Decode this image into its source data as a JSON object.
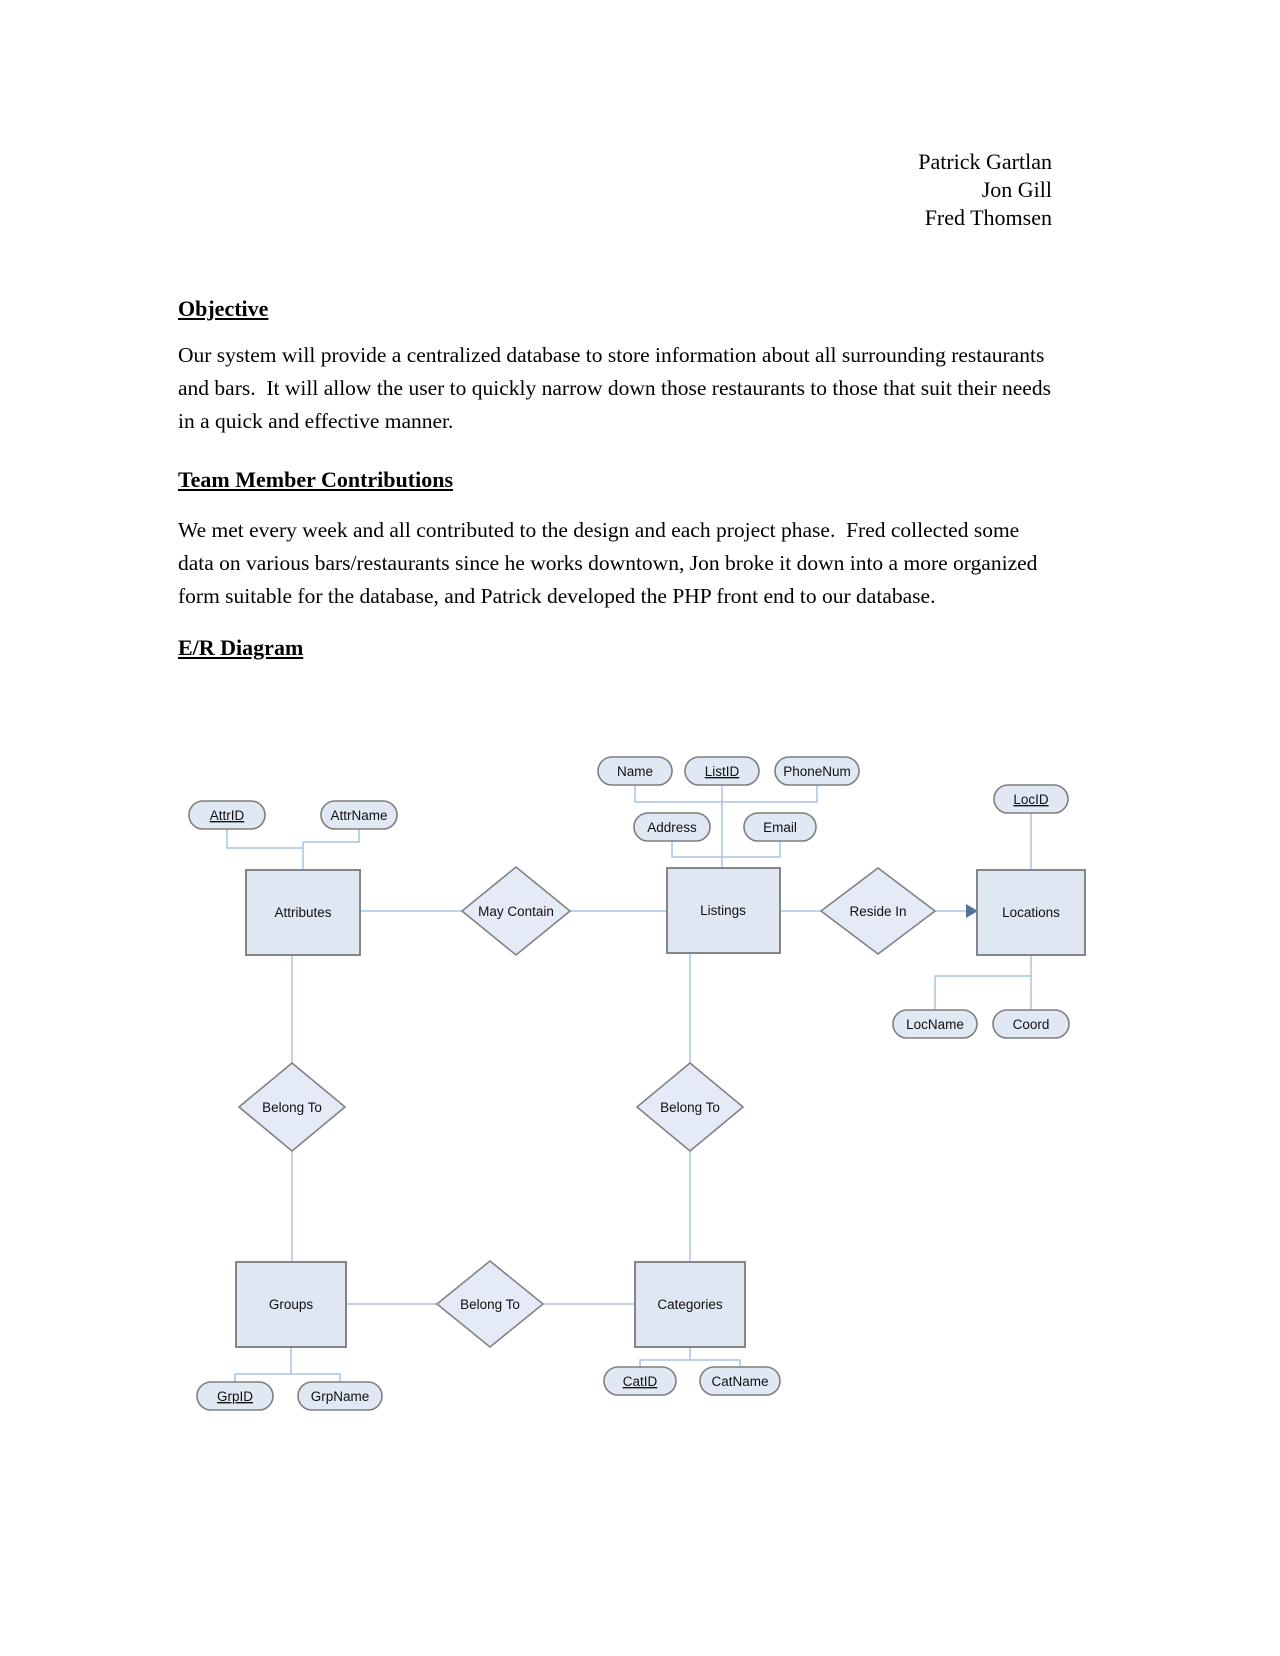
{
  "page": {
    "authors": [
      "Patrick Gartlan",
      "Jon Gill",
      "Fred Thomsen"
    ],
    "objective": {
      "heading": "Objective",
      "body": "Our system will provide a centralized database to store information about all surrounding restaurants and bars.  It will allow the user to quickly narrow down those restaurants to those that suit their needs in a quick and effective manner."
    },
    "contributions": {
      "heading": "Team Member Contributions",
      "body": "We met every week and all contributed to the design and each project phase.  Fred collected some data on various bars/restaurants since he works downtown, Jon broke it down into a more organized form suitable for the database, and Patrick developed the PHP front end to our database."
    },
    "diagram_heading": "E/R Diagram"
  },
  "diagram": {
    "entities": {
      "attributes": "Attributes",
      "listings": "Listings",
      "locations": "Locations",
      "groups": "Groups",
      "categories": "Categories"
    },
    "relationships": {
      "may_contain": "May Contain",
      "reside_in": "Reside In",
      "belong_to_left": "Belong To",
      "belong_to_mid": "Belong To",
      "belong_to_bottom": "Belong To"
    },
    "attrs": {
      "attrid": "AttrID",
      "attrname": "AttrName",
      "name": "Name",
      "listid": "ListID",
      "phonenum": "PhoneNum",
      "address": "Address",
      "email": "Email",
      "locid": "LocID",
      "locname": "LocName",
      "coord": "Coord",
      "grpid": "GrpID",
      "grpname": "GrpName",
      "catid": "CatID",
      "catname": "CatName"
    },
    "colors": {
      "shape_fill": "#e0e8f4",
      "shape_stroke": "#7e7e7e",
      "connector": "#a8c3e2",
      "arrowhead": "#54749f"
    }
  }
}
